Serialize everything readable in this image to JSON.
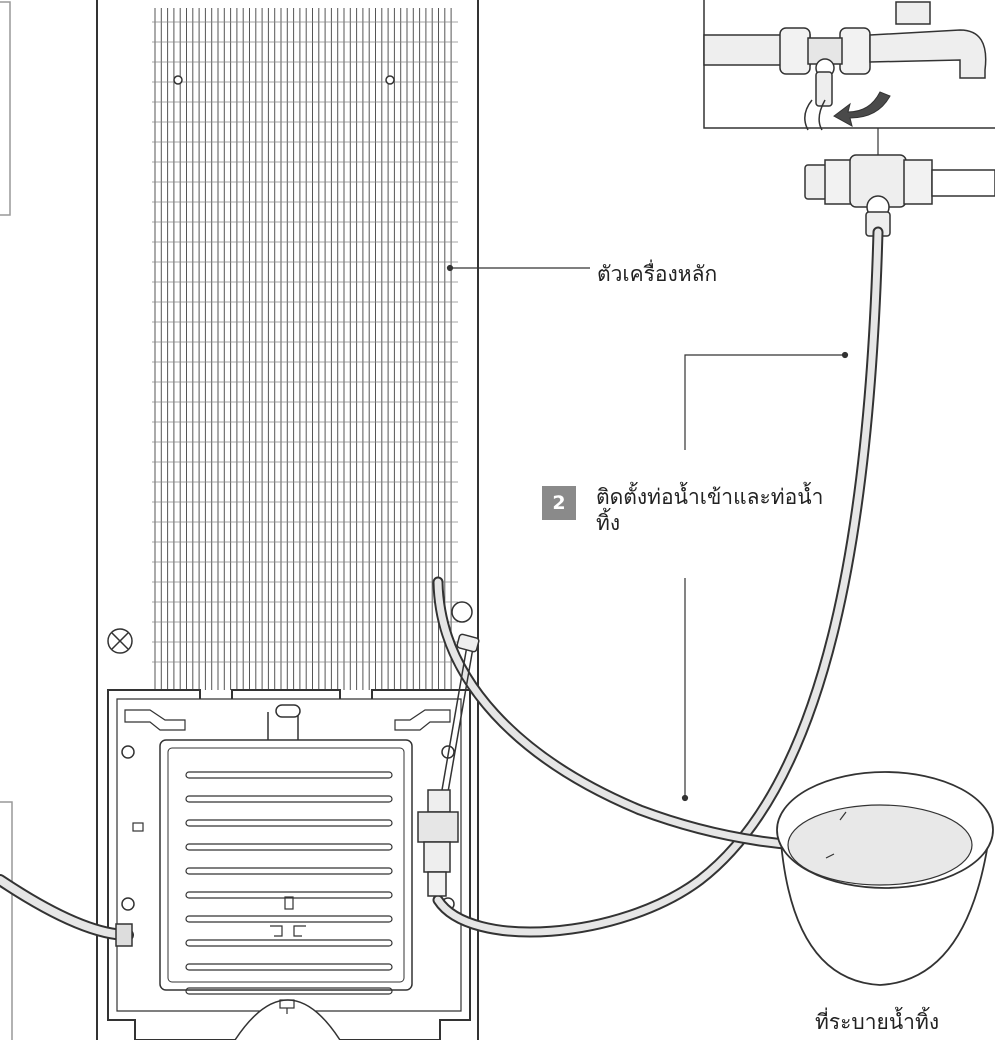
{
  "labels": {
    "main_unit": "ตัวเครื่องหลัก",
    "step_number": "2",
    "step_text": "ติดตั้งท่อน้ำเข้าและท่อน้ำทิ้ง",
    "drain": "ที่ระบายน้ำทิ้ง"
  },
  "colors": {
    "stroke": "#333333",
    "hose_fill": "#e6e6e6",
    "badge": "#8a8a8a",
    "basin_water": "#e8e8e8"
  }
}
